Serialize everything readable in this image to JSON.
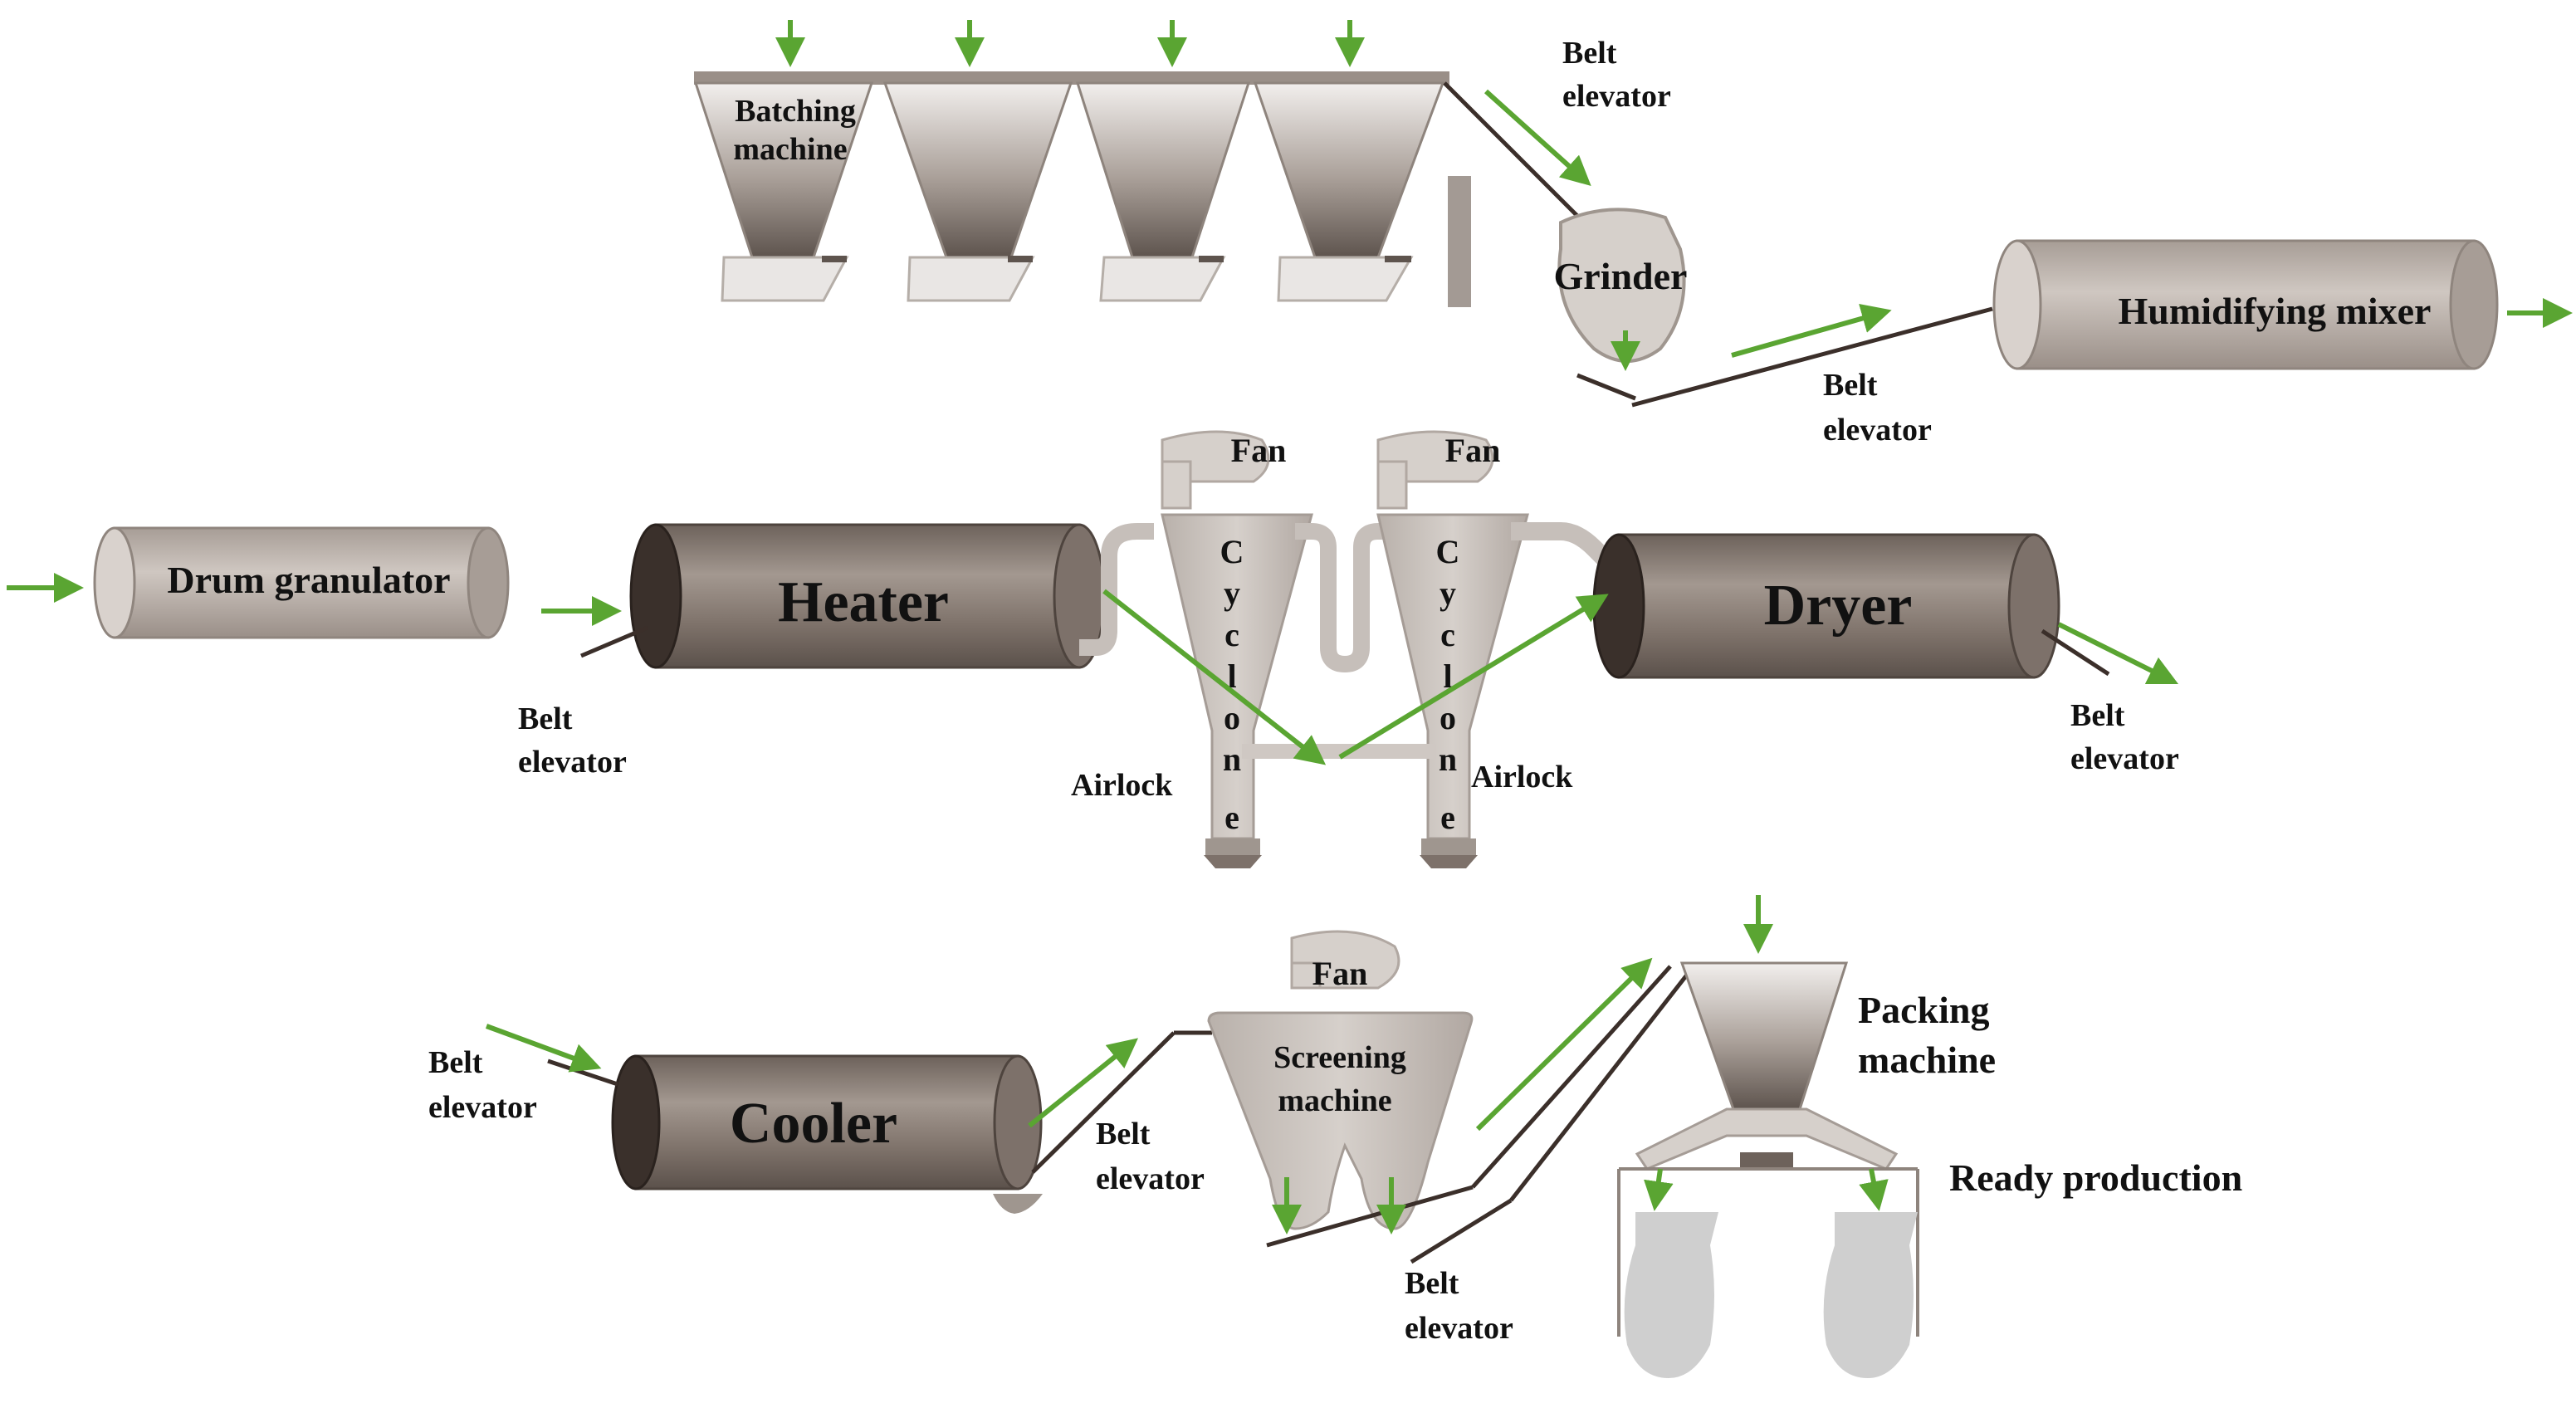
{
  "labels": {
    "batching_machine_line1": "Batching",
    "batching_machine_line2": "machine",
    "grinder": "Grinder",
    "humidifying_mixer": "Humidifying mixer",
    "belt_elevator_word1": "Belt",
    "belt_elevator_word2": "elevator",
    "drum_granulator": "Drum granulator",
    "heater": "Heater",
    "dryer": "Dryer",
    "fan": "Fan",
    "cyclone_letters": [
      "C",
      "y",
      "c",
      "l",
      "o",
      "n",
      "e"
    ],
    "airlock": "Airlock",
    "cooler": "Cooler",
    "screening_machine_line1": "Screening",
    "screening_machine_line2": "machine",
    "packing_machine_line1": "Packing",
    "packing_machine_line2": "machine",
    "ready_production": "Ready production"
  },
  "colors": {
    "arrow": "#5aa532",
    "drum_body": "#8b7d73",
    "drum_dark": "#4e443e",
    "hopper": "#7a6e66",
    "cyclone": "#c6bfba",
    "belt": "#3b2f2a",
    "bag": "#cfcfcf"
  }
}
